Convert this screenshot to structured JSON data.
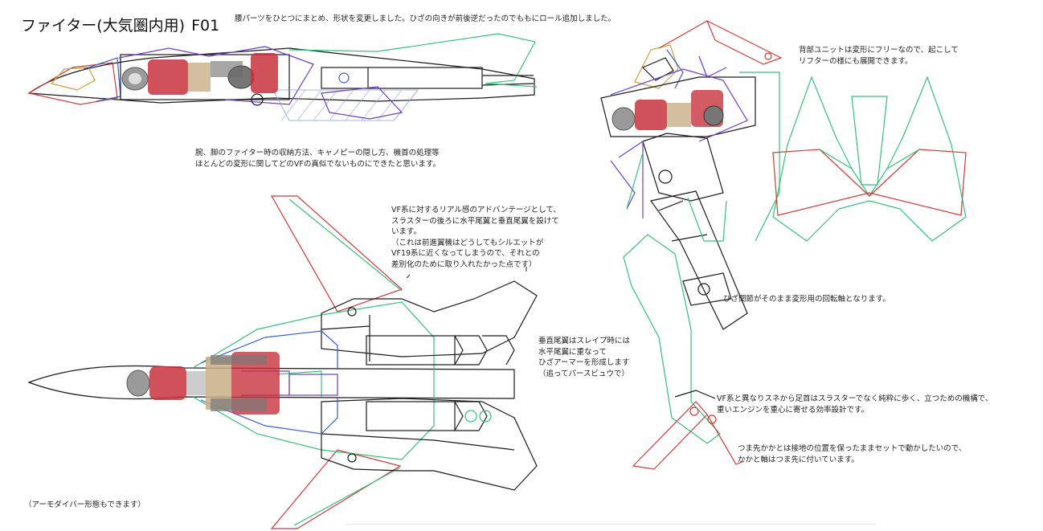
{
  "title": {
    "main": "ファイター(大気圏内用)",
    "code": "F01"
  },
  "notes": {
    "waist": "腰パーツをひとつにまとめ、形状を変更しました。ひざの向きが前後逆だったのでももにロール追加しました。",
    "stowage": "腕、脚のファイター時の収納方法、キャノピーの隠し方、機首の処理等\nほとんどの変形に関してどのVFの真似でないものにできたと思います。",
    "tail": "VF系に対するリアル感のアドバンテージとして、\nスラスターの後ろに水平尾翼と垂直尾翼を設けて\nいます。\n（これは前進翼機はどうしてもシルエットが\nVF19系に近くなってしまうので、それとの\n差別化のために取り入れたかった点です）",
    "vertical_fin": "垂直尾翼はスレイプ時には\n水平尾翼に重なって\nひざアーマーを形成します\n（追ってパースビュウで）",
    "armor_diver": "（アーモダイバー形態もできます）",
    "back_unit": "背部ユニットは変形にフリーなので、起こして\nリフターの様にも展開できます。",
    "knee_joint": "ひざ関節がそのまま変形用の回転軸となります。",
    "foot": "VF系と異なりスネから足首はスラスターでなく純粋に歩く、立つための機構で、\n重いエンジンを重心に寄せる効率設計です。",
    "toe_heel": "つま先かかとは接地の位置を保ったままセットで動かしたいので、\nかかと軸はつま先に付いています。"
  },
  "colors": {
    "line_black": "#1a1a1a",
    "line_green": "#35c27a",
    "line_red": "#d23a3a",
    "line_purple": "#6a3fc9",
    "line_blue": "#3a5bd0",
    "line_yellow": "#c9a23a",
    "part_red": "#c8323c",
    "part_tan": "#c8ae86",
    "part_gray": "#9a9a9a"
  }
}
